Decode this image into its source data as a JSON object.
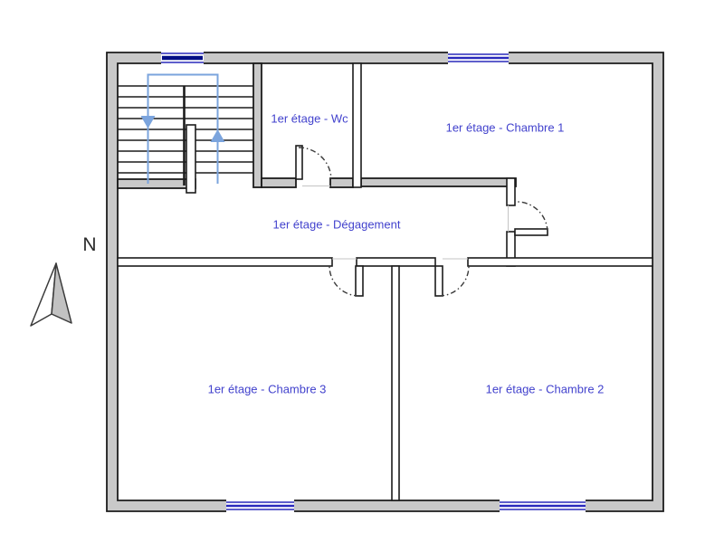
{
  "floor_plan": {
    "rooms": {
      "wc": "1er étage - Wc",
      "chambre1": "1er étage - Chambre 1",
      "degagement": "1er étage - Dégagement",
      "chambre3": "1er étage - Chambre 3",
      "chambre2": "1er étage - Chambre 2"
    },
    "compass_label": "N",
    "icons": {
      "north_arrow": "north-arrow",
      "stair_up_arrow": "up-arrow",
      "stair_down_arrow": "down-arrow"
    },
    "colors": {
      "wall_fill": "#c9c9c9",
      "wall_stroke": "#1c1c1c",
      "int_fill": "#ffffff",
      "window_blue": "#2a2abc",
      "window_navy": "#000e85",
      "label_blue": "#4242cd",
      "stair_blue": "#7ba4dd",
      "north_gray": "#c2c2c2",
      "text_dark": "#2b2b2b",
      "arc_color": "#3a3a3a",
      "seam_gray": "#c4c4c4"
    }
  }
}
